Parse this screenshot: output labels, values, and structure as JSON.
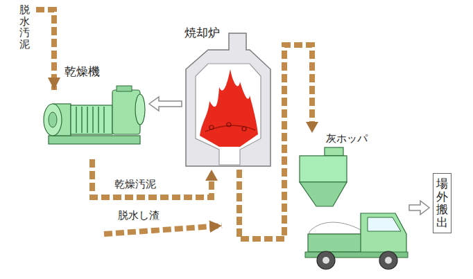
{
  "diagram": {
    "nodes": [
      {
        "text": [
          "乾燥機"
        ]
      },
      {
        "text": [
          "焼却炉"
        ]
      },
      {
        "text": [
          "灰ホッパ"
        ]
      },
      {
        "text": [
          "場外搬出"
        ]
      }
    ],
    "edges": [
      {
        "from": 1,
        "to": 0,
        "arrow": "to"
      },
      {
        "from": 0,
        "to": 1,
        "arrow": "to",
        "label": "乾燥汚泥"
      },
      {
        "from": 1,
        "to": 2,
        "arrow": "to"
      }
    ],
    "labels": [
      "脱水汚泥",
      "脱水し渣"
    ]
  }
}
